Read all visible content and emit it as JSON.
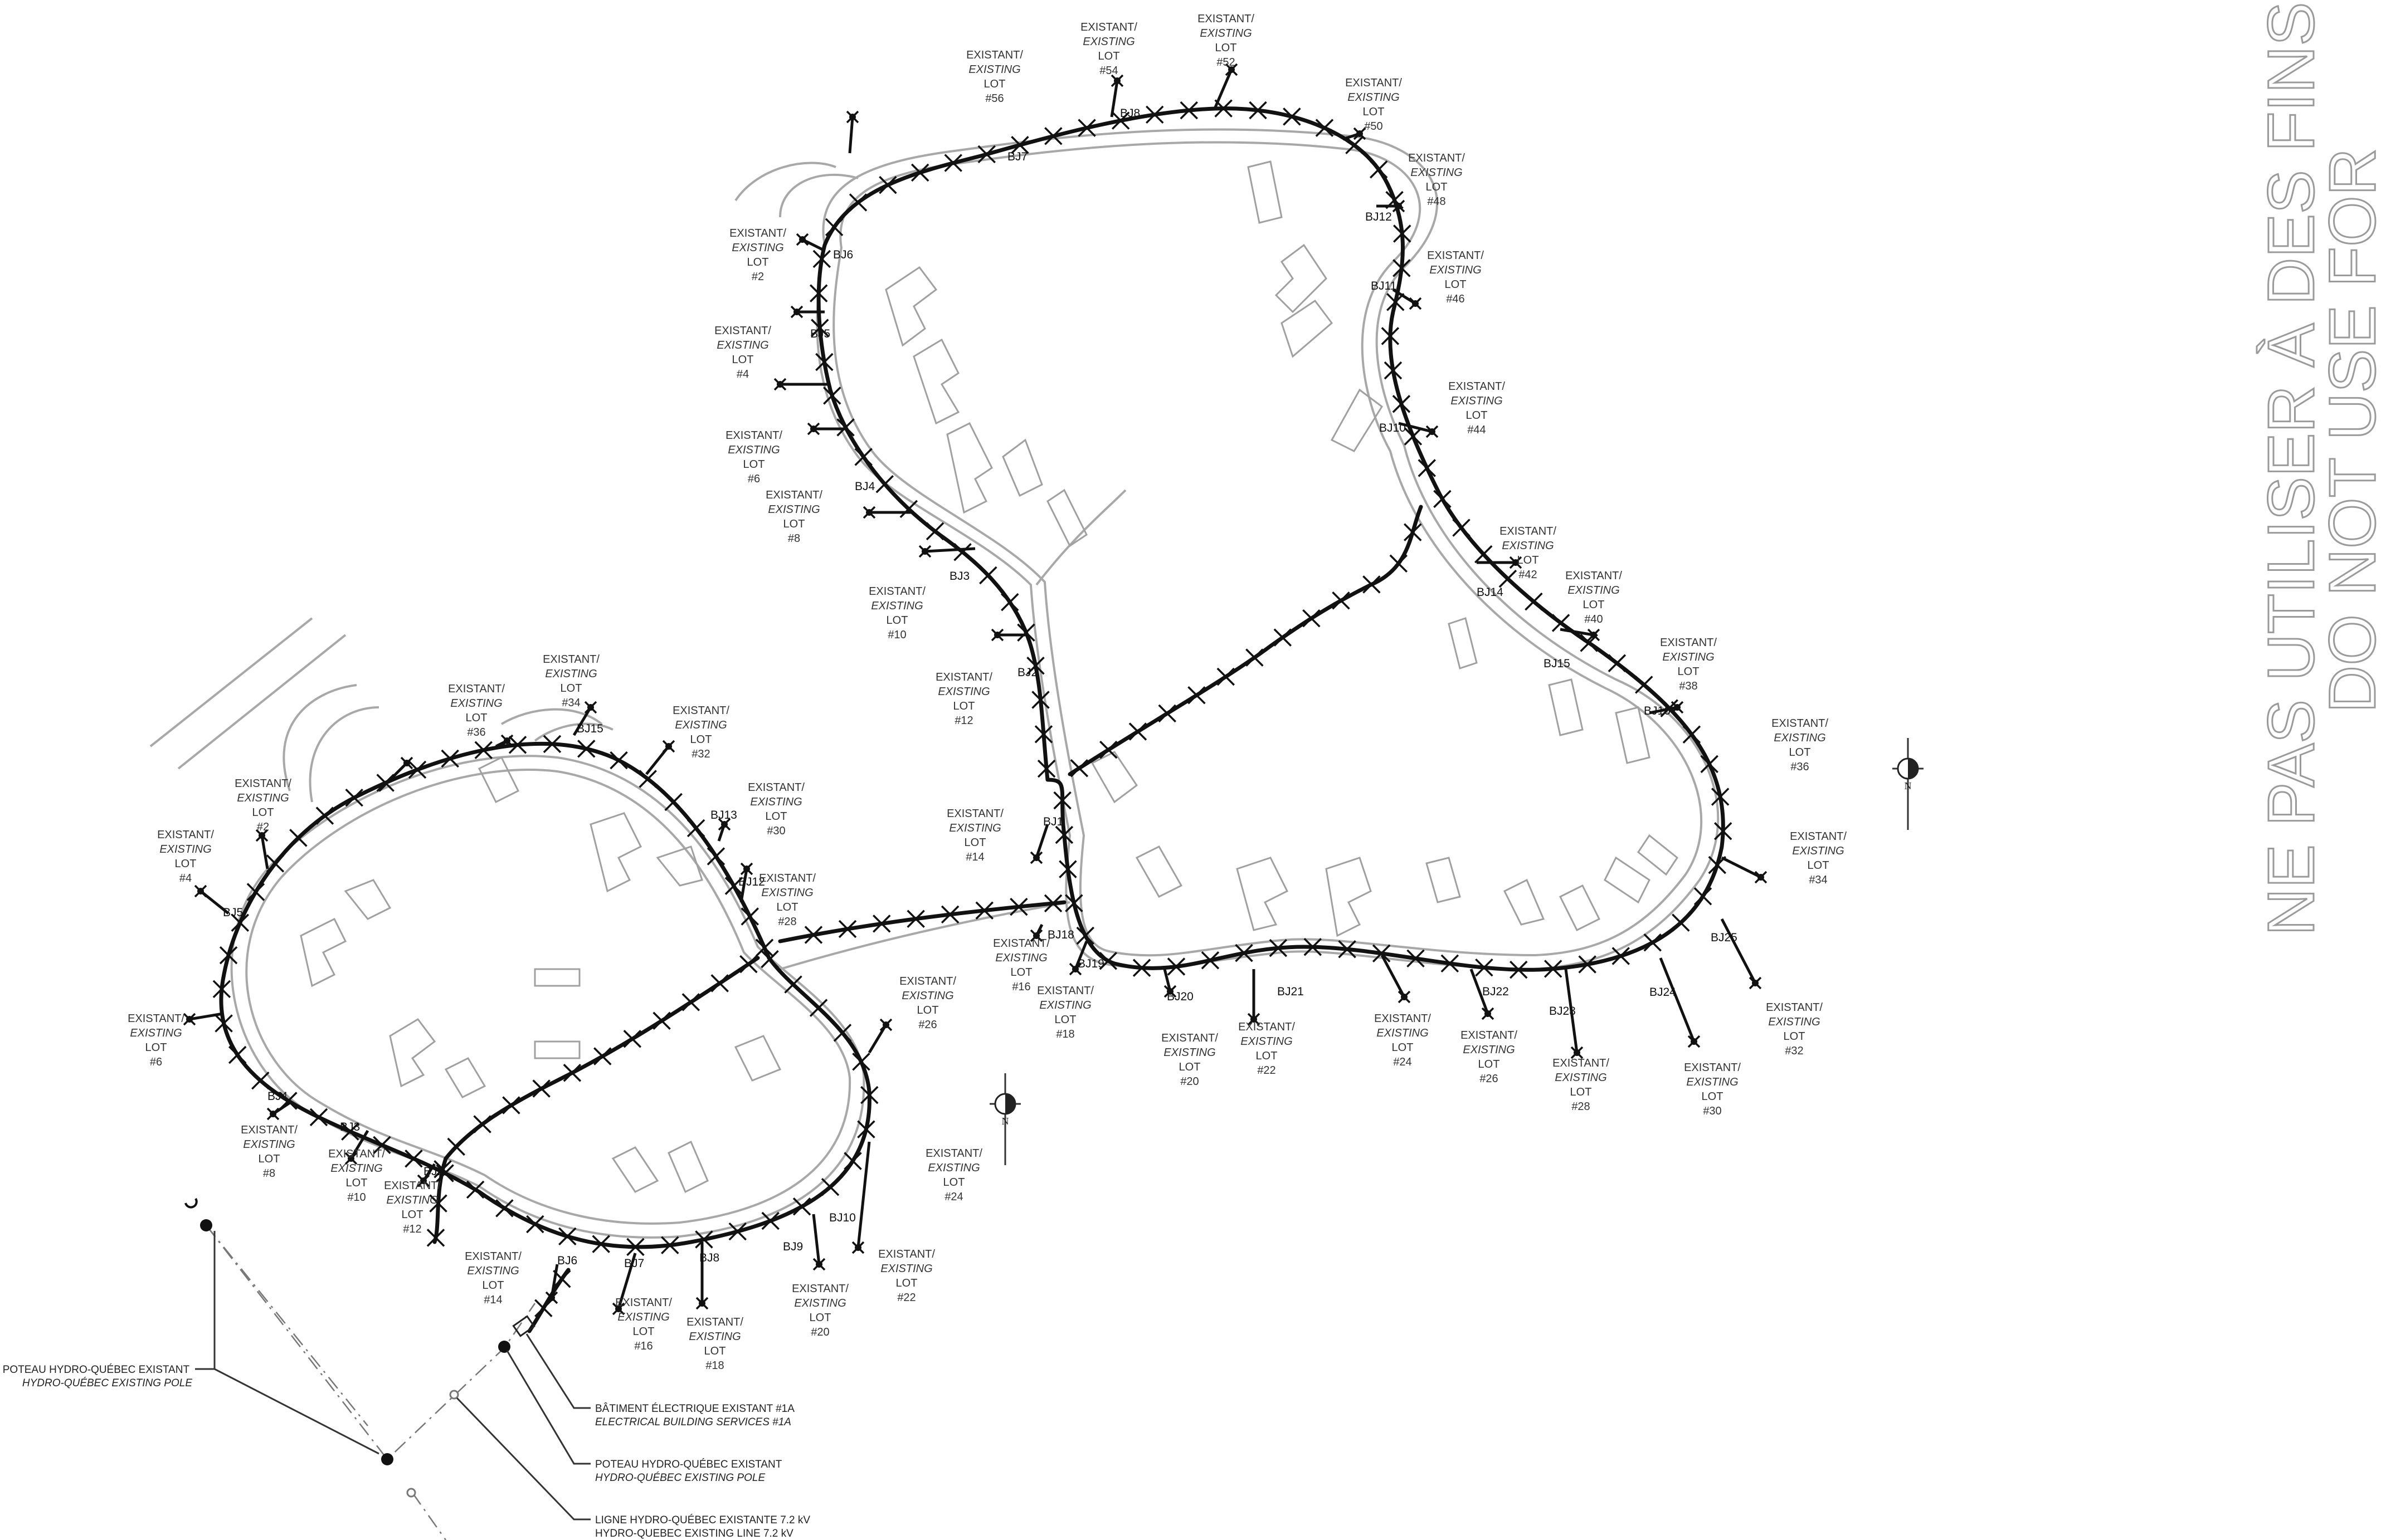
{
  "watermark": {
    "line1": "NE PAS UTILISER À DES FINS DE",
    "line2": "DO NOT USE FOR"
  },
  "lot_label": {
    "line1": "EXISTANT/",
    "line2": "EXISTING",
    "line3": "LOT"
  },
  "north_label": "N",
  "legend": {
    "pole_top": {
      "line1": "POTEAU HYDRO-QUÉBEC EXISTANT",
      "line2": "HYDRO-QUÉBEC EXISTING POLE"
    },
    "building": {
      "line1": "BÂTIMENT ÉLECTRIQUE EXISTANT #1A",
      "line2": "ELECTRICAL BUILDING SERVICES #1A"
    },
    "pole_bottom": {
      "line1": "POTEAU HYDRO-QUÉBEC EXISTANT",
      "line2": "HYDRO-QUÉBEC EXISTING POLE"
    },
    "line": {
      "line1": "LIGNE HYDRO-QUÉBEC EXISTANTE 7.2 kV",
      "line2": "HYDRO-QUEBEC EXISTING LINE 7.2 kV"
    }
  },
  "lots_east": [
    "#56",
    "#54",
    "#52",
    "#50",
    "#48",
    "#46",
    "#44",
    "#42",
    "#40",
    "#38",
    "#36",
    "#34",
    "#32",
    "#30",
    "#28",
    "#26",
    "#24",
    "#22",
    "#20",
    "#18",
    "#16",
    "#14",
    "#12",
    "#10",
    "#8",
    "#6",
    "#4",
    "#2"
  ],
  "lots_west": [
    "#2",
    "#4",
    "#6",
    "#8",
    "#10",
    "#12",
    "#14",
    "#16",
    "#18",
    "#20",
    "#22",
    "#24",
    "#26",
    "#28",
    "#30",
    "#32",
    "#34",
    "#36"
  ],
  "junctions_east": [
    "BJ1",
    "BJ2",
    "BJ3",
    "BJ4",
    "BJ5",
    "BJ6",
    "BJ7",
    "BJ8",
    "BJ10",
    "BJ11",
    "BJ12",
    "BJ14",
    "BJ15",
    "BJ16",
    "BJ18",
    "BJ19",
    "BJ20",
    "BJ21",
    "BJ22",
    "BJ23",
    "BJ24",
    "BJ25"
  ],
  "junctions_west": [
    "BJ2",
    "BJ3",
    "BJ4",
    "BJ5",
    "BJ6",
    "BJ7",
    "BJ8",
    "BJ9",
    "BJ10",
    "BJ12",
    "BJ13",
    "BJ15"
  ]
}
